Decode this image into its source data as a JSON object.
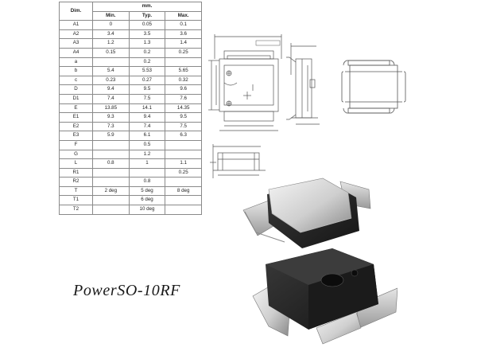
{
  "table": {
    "dim_header": "Dim.",
    "unit_header": "mm.",
    "columns": [
      "Min.",
      "Typ.",
      "Max."
    ],
    "rows": [
      {
        "dim": "A1",
        "min": "0",
        "typ": "0.05",
        "max": "0.1"
      },
      {
        "dim": "A2",
        "min": "3.4",
        "typ": "3.5",
        "max": "3.6"
      },
      {
        "dim": "A3",
        "min": "1.2",
        "typ": "1.3",
        "max": "1.4"
      },
      {
        "dim": "A4",
        "min": "0.15",
        "typ": "0.2",
        "max": "0.25"
      },
      {
        "dim": "a",
        "min": "",
        "typ": "0.2",
        "max": ""
      },
      {
        "dim": "b",
        "min": "5.4",
        "typ": "5.53",
        "max": "5.65"
      },
      {
        "dim": "c",
        "min": "0.23",
        "typ": "0.27",
        "max": "0.32"
      },
      {
        "dim": "D",
        "min": "9.4",
        "typ": "9.5",
        "max": "9.6"
      },
      {
        "dim": "D1",
        "min": "7.4",
        "typ": "7.5",
        "max": "7.6"
      },
      {
        "dim": "E",
        "min": "13.85",
        "typ": "14.1",
        "max": "14.35"
      },
      {
        "dim": "E1",
        "min": "9.3",
        "typ": "9.4",
        "max": "9.5"
      },
      {
        "dim": "E2",
        "min": "7.3",
        "typ": "7.4",
        "max": "7.5"
      },
      {
        "dim": "E3",
        "min": "5.9",
        "typ": "6.1",
        "max": "6.3"
      },
      {
        "dim": "F",
        "min": "",
        "typ": "0.5",
        "max": ""
      },
      {
        "dim": "G",
        "min": "",
        "typ": "1.2",
        "max": ""
      },
      {
        "dim": "L",
        "min": "0.8",
        "typ": "1",
        "max": "1.1"
      },
      {
        "dim": "R1",
        "min": "",
        "typ": "",
        "max": "0.25"
      },
      {
        "dim": "R2",
        "min": "",
        "typ": "0.8",
        "max": ""
      },
      {
        "dim": "T",
        "min": "2 deg",
        "typ": "5 deg",
        "max": "8 deg"
      },
      {
        "dim": "T1",
        "min": "",
        "typ": "6 deg",
        "max": ""
      },
      {
        "dim": "T2",
        "min": "",
        "typ": "10 deg",
        "max": ""
      }
    ]
  },
  "title": "PowerSO-10RF",
  "colors": {
    "line": "#555555",
    "body_dark": "#2a2a2a",
    "metal": "#c9c9c9",
    "table_border": "#8a8a8a"
  },
  "drawings": {
    "top_view": "package-top-view-drawing",
    "side_view": "package-side-view-drawing",
    "end_view": "package-end-view-drawing",
    "photo_top": "package-photo-tab-up",
    "photo_bottom": "package-photo-body-up"
  }
}
